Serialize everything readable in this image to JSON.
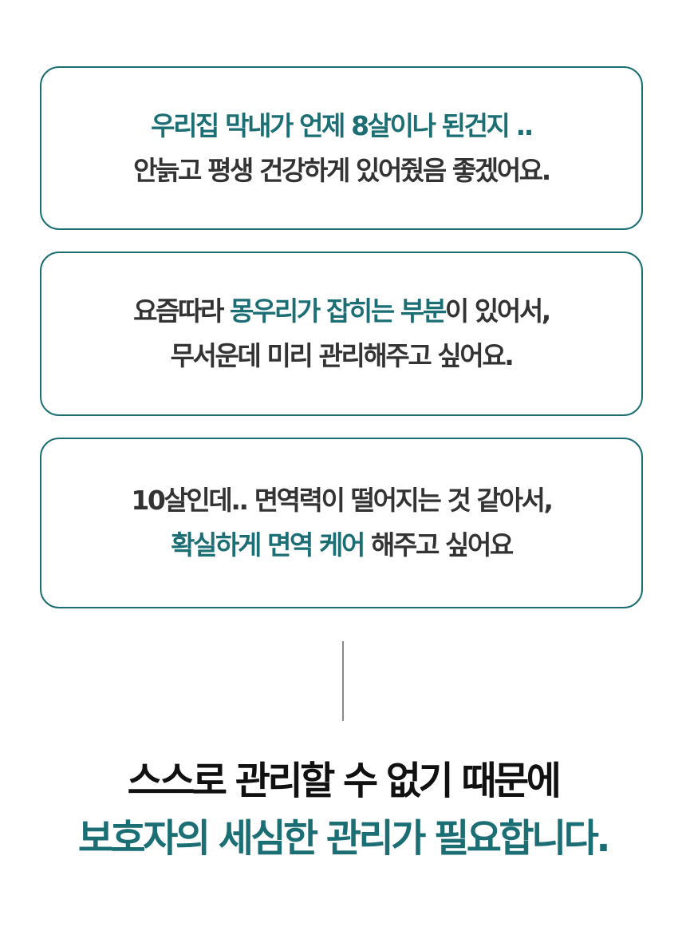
{
  "colors": {
    "accent": "#1b6f74",
    "text_dark": "#333333",
    "headline_dark": "#111111",
    "divider": "#8a8a8a",
    "background": "#ffffff"
  },
  "cards": [
    {
      "lines": [
        [
          {
            "text": "우리집 막내가 언제 8살이나 된건지 ..",
            "style": "teal"
          }
        ],
        [
          {
            "text": "안늙고 평생 건강하게 있어줬음 좋겠어요.",
            "style": "dark"
          }
        ]
      ]
    },
    {
      "lines": [
        [
          {
            "text": "요즘따라 ",
            "style": "dark"
          },
          {
            "text": "몽우리가 잡히는 부분",
            "style": "teal"
          },
          {
            "text": "이 있어서,",
            "style": "dark"
          }
        ],
        [
          {
            "text": "무서운데 미리 관리해주고 싶어요.",
            "style": "dark"
          }
        ]
      ]
    },
    {
      "lines": [
        [
          {
            "text": "10살인데.. 면역력이 떨어지는 것 같아서,",
            "style": "dark"
          }
        ],
        [
          {
            "text": "확실하게 면역 케어",
            "style": "teal"
          },
          {
            "text": " 해주고 싶어요",
            "style": "dark"
          }
        ]
      ]
    }
  ],
  "headline": {
    "line1": "스스로 관리할 수 없기 때문에",
    "line2": "보호자의 세심한 관리가 필요합니다."
  }
}
